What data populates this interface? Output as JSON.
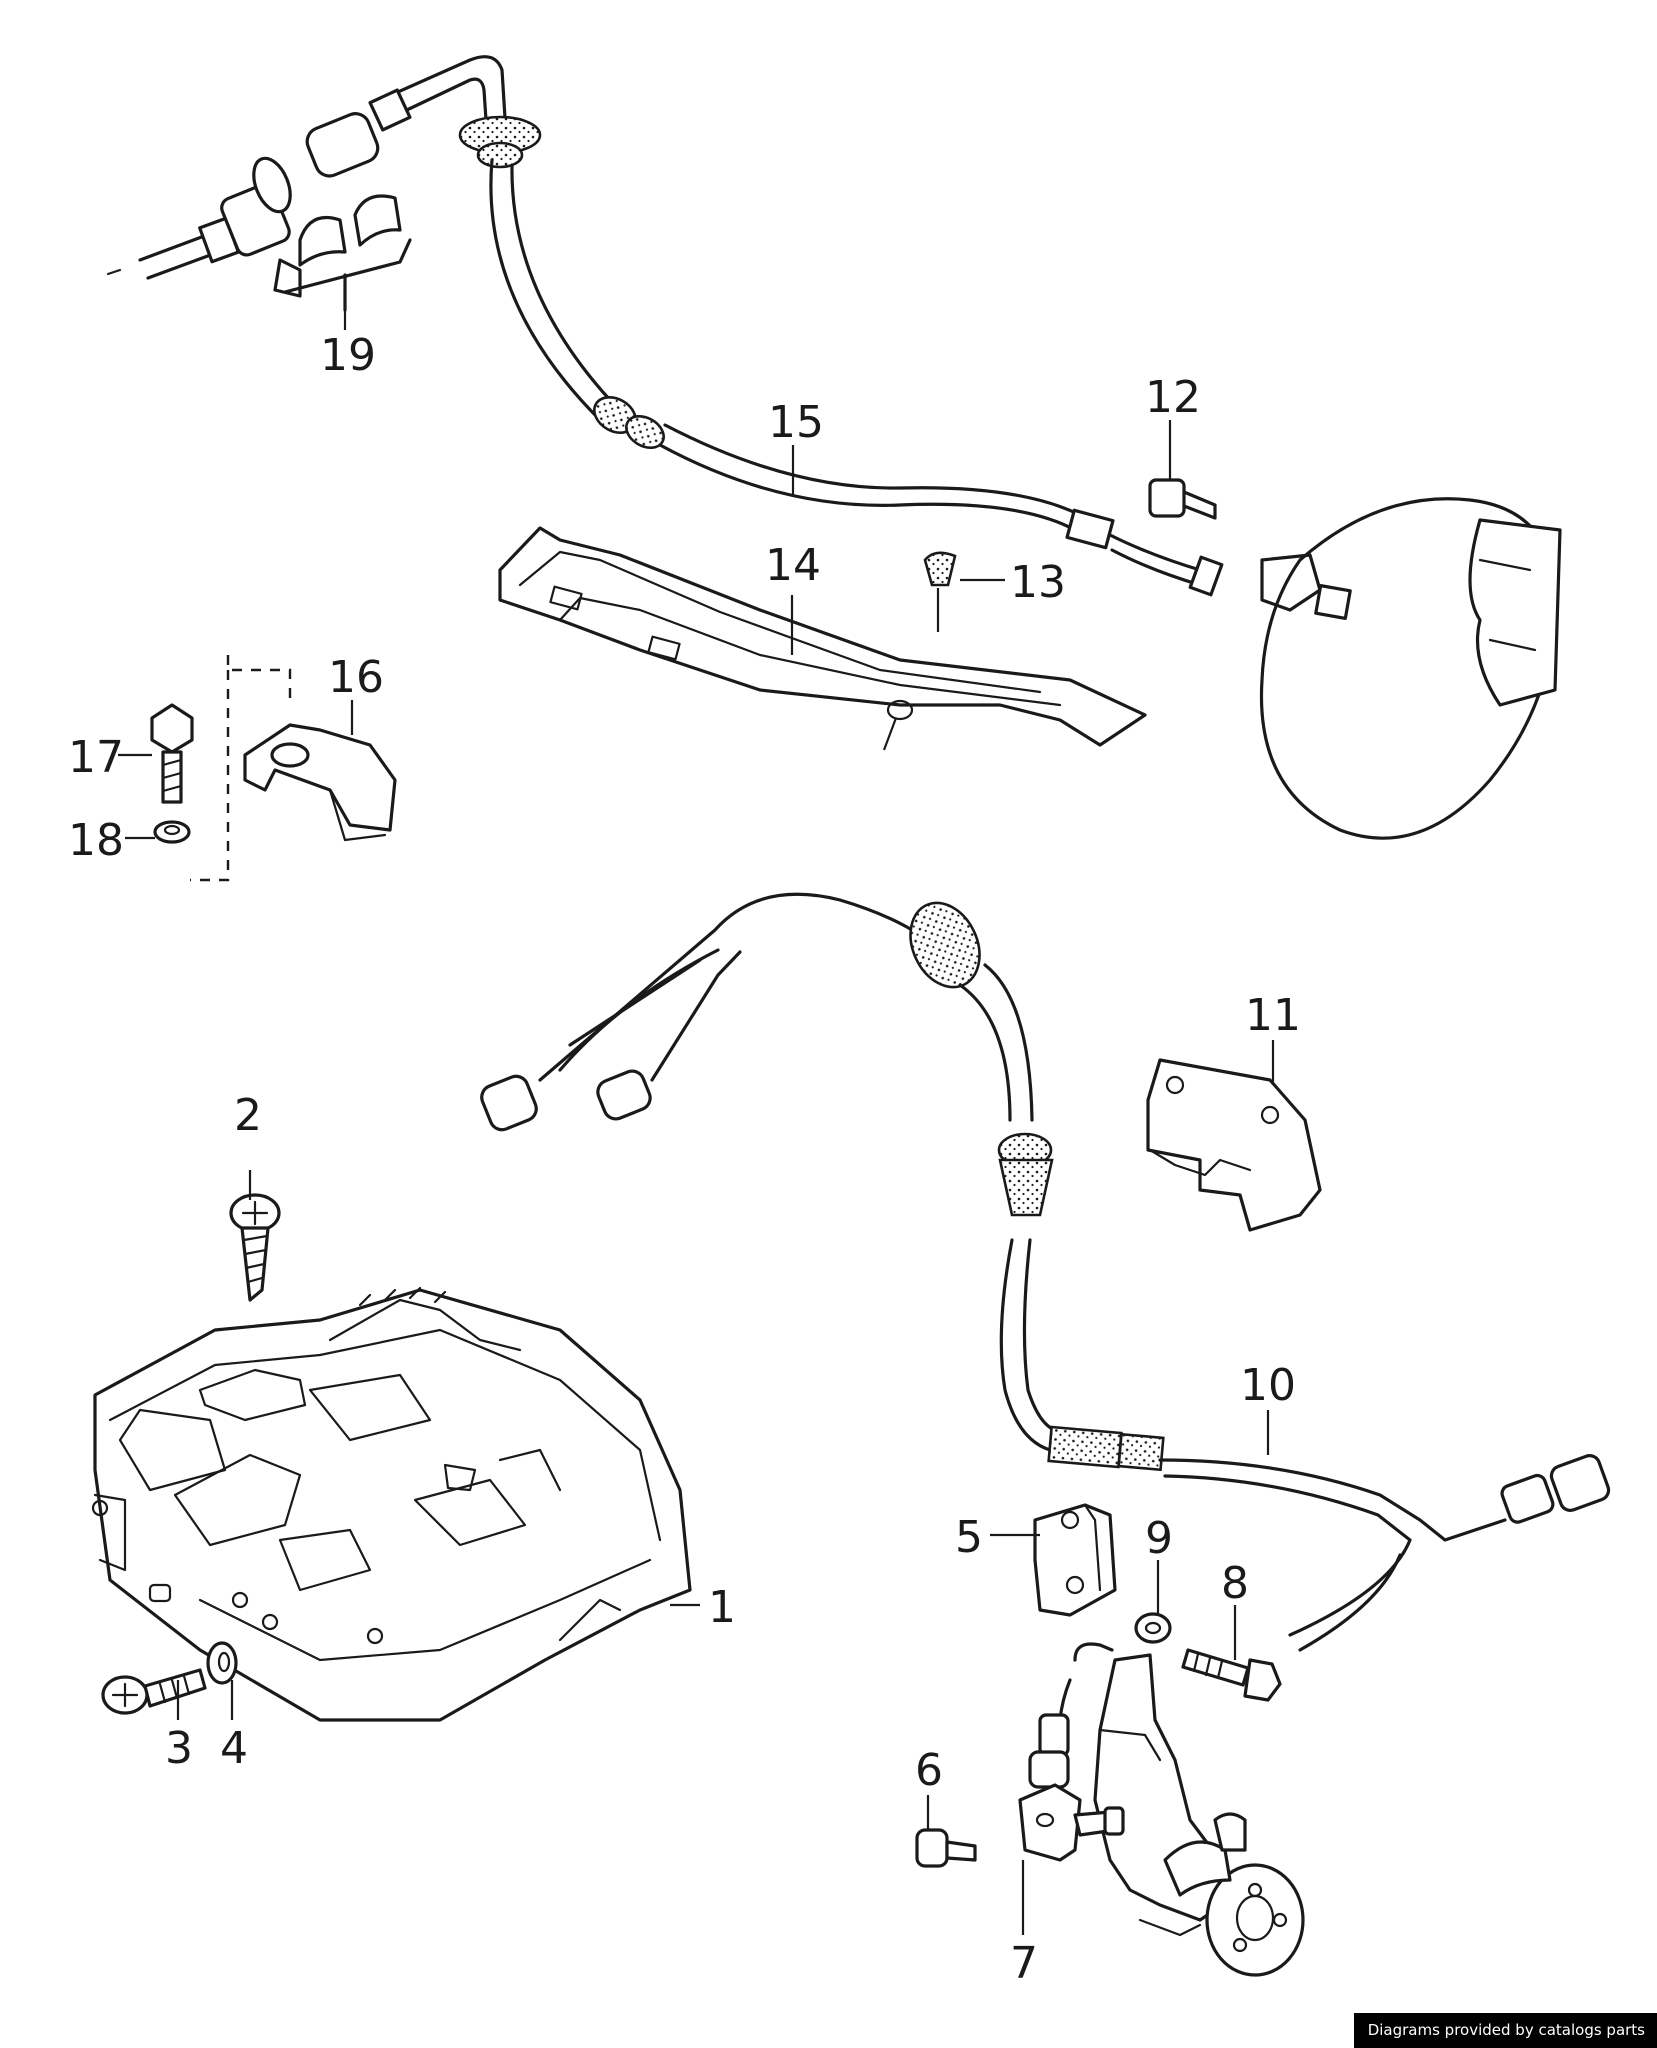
{
  "callouts": [
    {
      "id": "1",
      "label": "1"
    },
    {
      "id": "2",
      "label": "2"
    },
    {
      "id": "3",
      "label": "3"
    },
    {
      "id": "4",
      "label": "4"
    },
    {
      "id": "5",
      "label": "5"
    },
    {
      "id": "6",
      "label": "6"
    },
    {
      "id": "7",
      "label": "7"
    },
    {
      "id": "8",
      "label": "8"
    },
    {
      "id": "9",
      "label": "9"
    },
    {
      "id": "10",
      "label": "10"
    },
    {
      "id": "11",
      "label": "11"
    },
    {
      "id": "12",
      "label": "12"
    },
    {
      "id": "13",
      "label": "13"
    },
    {
      "id": "14",
      "label": "14"
    },
    {
      "id": "15",
      "label": "15"
    },
    {
      "id": "16",
      "label": "16"
    },
    {
      "id": "17",
      "label": "17"
    },
    {
      "id": "18",
      "label": "18"
    },
    {
      "id": "19",
      "label": "19"
    }
  ],
  "watermark": "Diagrams provided by catalogs parts"
}
